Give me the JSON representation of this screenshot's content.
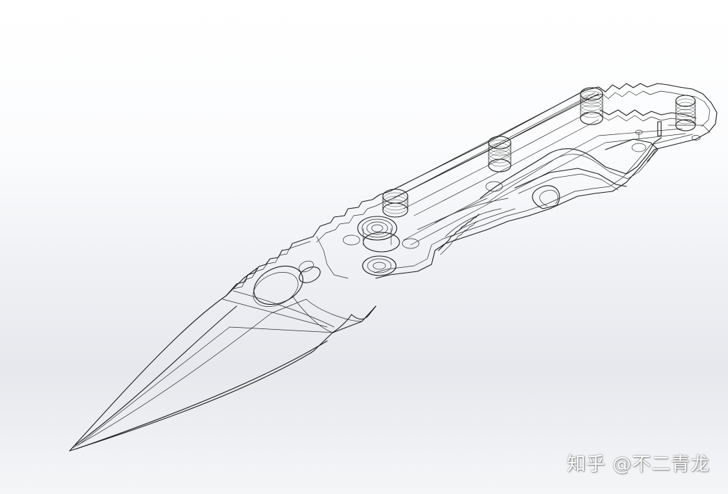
{
  "watermark": {
    "text": "知乎 @不二青龙"
  },
  "colors": {
    "line": "#1a1a1a",
    "background_light": "#ffffff",
    "background_shade": "#e6e8ed"
  },
  "view": {
    "mode": "wireframe-isometric"
  },
  "parts": [
    {
      "name": "blade"
    },
    {
      "name": "handle-scale"
    },
    {
      "name": "liner-lock"
    },
    {
      "name": "pivot"
    },
    {
      "name": "standoffs"
    },
    {
      "name": "thumb-hole"
    },
    {
      "name": "pocket-clip"
    }
  ]
}
